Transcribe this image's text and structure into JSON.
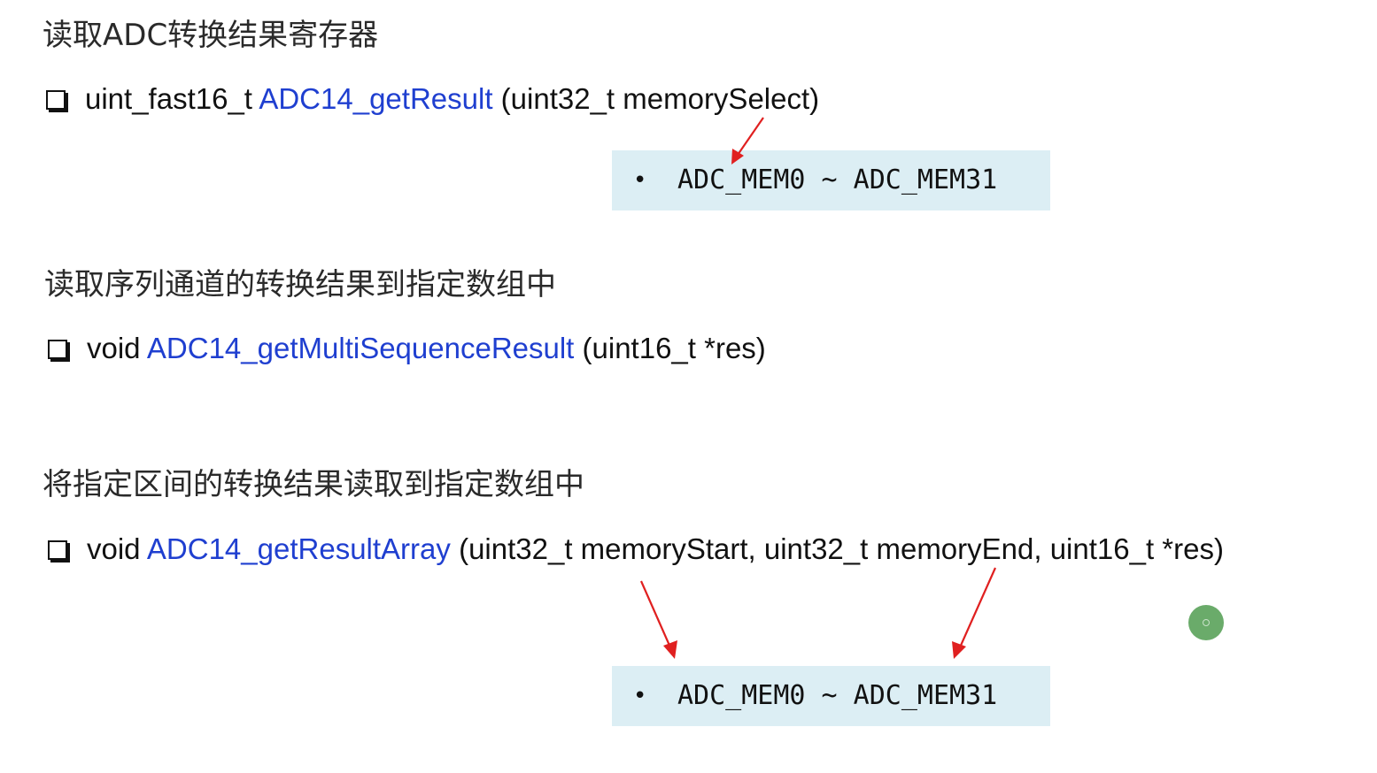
{
  "section1": {
    "heading": "读取ADC转换结果寄存器",
    "return_type": "uint_fast16_t",
    "function_name": "ADC14_getResult",
    "params": "(uint32_t memorySelect)",
    "range_text": "ADC_MEM0 ~ ADC_MEM31",
    "bullet": "•"
  },
  "section2": {
    "heading": "读取序列通道的转换结果到指定数组中",
    "return_type": "void",
    "function_name": "ADC14_getMultiSequenceResult",
    "params": "(uint16_t *res)"
  },
  "section3": {
    "heading": "将指定区间的转换结果读取到指定数组中",
    "return_type": "void",
    "function_name": "ADC14_getResultArray",
    "params": "(uint32_t memoryStart, uint32_t memoryEnd, uint16_t *res)",
    "range_text": "ADC_MEM0 ~ ADC_MEM31",
    "bullet": "•"
  },
  "colors": {
    "function_name": "#1f3fd0",
    "arrow": "#e02020",
    "range_box": "#dceef4",
    "cursor": "#6aab6a"
  }
}
